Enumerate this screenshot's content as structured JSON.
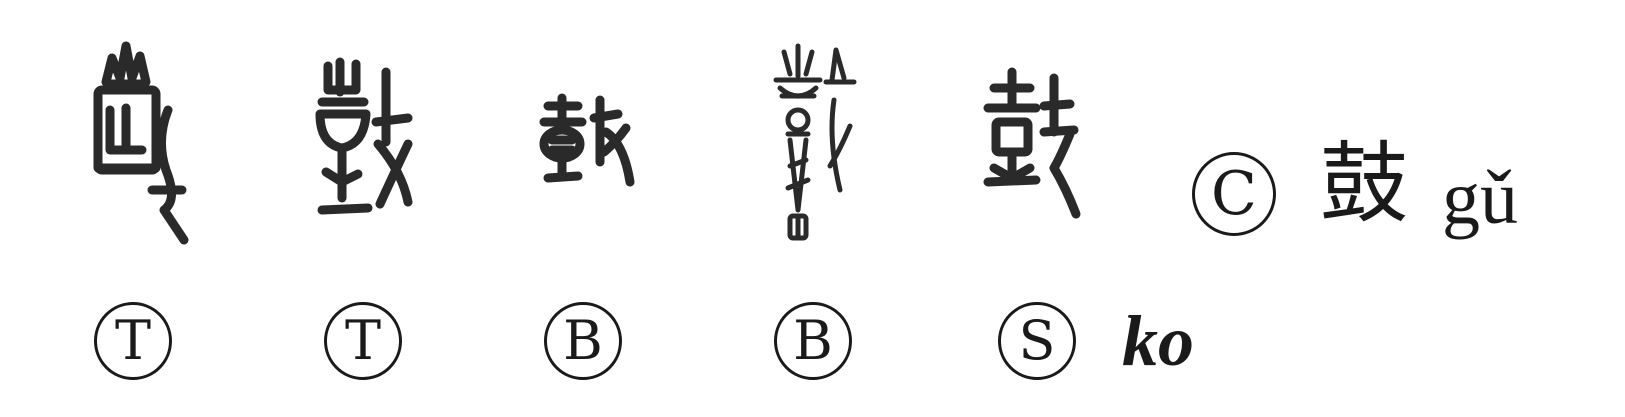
{
  "glyph_forms": [
    {
      "name": "oracle-bone-form-1",
      "icon": "ancient-drum-glyph-icon"
    },
    {
      "name": "oracle-bone-form-2",
      "icon": "ancient-drum-glyph-icon"
    },
    {
      "name": "bronze-form-1",
      "icon": "ancient-drum-glyph-icon"
    },
    {
      "name": "bronze-form-2",
      "icon": "ancient-drum-glyph-icon"
    },
    {
      "name": "seal-form",
      "icon": "ancient-drum-glyph-icon"
    }
  ],
  "script_labels": [
    "T",
    "T",
    "B",
    "B",
    "S"
  ],
  "modern": {
    "label": "C",
    "character": "鼓",
    "pinyin": "gǔ"
  },
  "reading": "ko"
}
